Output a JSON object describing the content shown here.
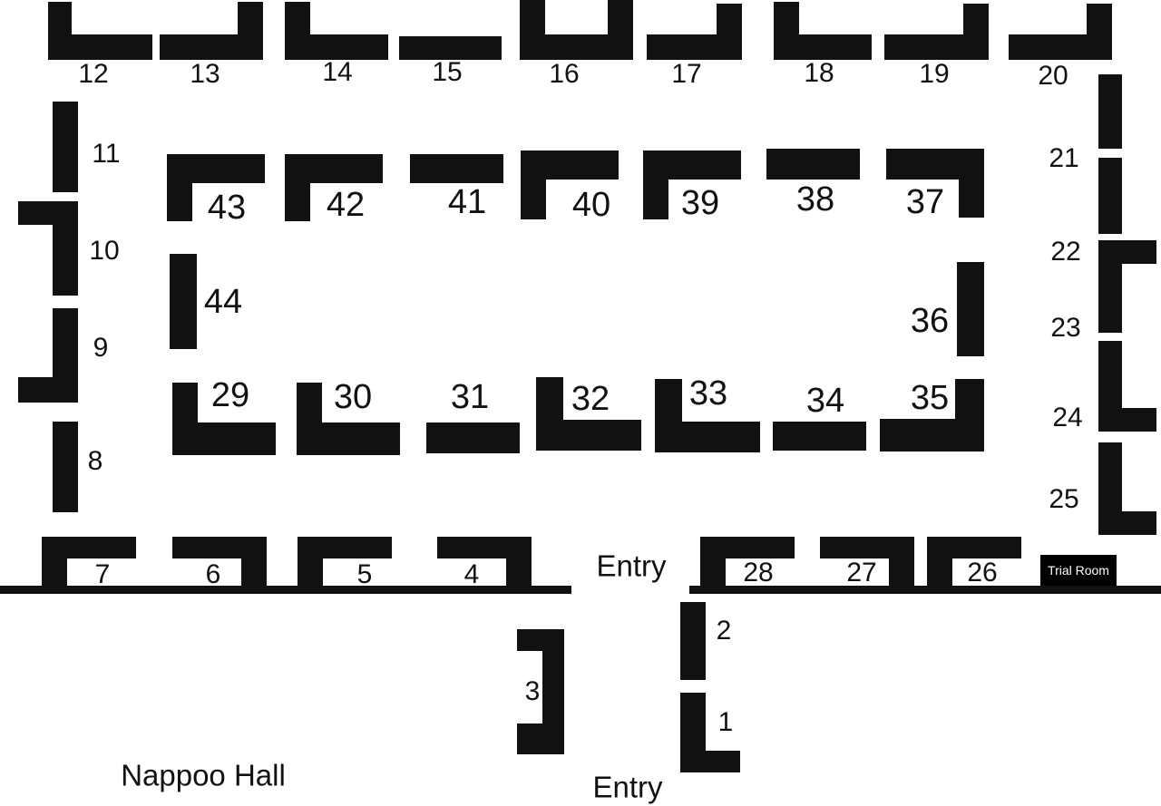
{
  "plan": {
    "hall_name": "Nappoo Hall",
    "entry_top_label": "Entry",
    "entry_bottom_label": "Entry",
    "trial_room_label": "Trial Room"
  },
  "stalls": {
    "s1": "1",
    "s2": "2",
    "s3": "3",
    "s4": "4",
    "s5": "5",
    "s6": "6",
    "s7": "7",
    "s8": "8",
    "s9": "9",
    "s10": "10",
    "s11": "11",
    "s12": "12",
    "s13": "13",
    "s14": "14",
    "s15": "15",
    "s16": "16",
    "s17": "17",
    "s18": "18",
    "s19": "19",
    "s20": "20",
    "s21": "21",
    "s22": "22",
    "s23": "23",
    "s24": "24",
    "s25": "25",
    "s26": "26",
    "s27": "27",
    "s28": "28",
    "s29": "29",
    "s30": "30",
    "s31": "31",
    "s32": "32",
    "s33": "33",
    "s34": "34",
    "s35": "35",
    "s36": "36",
    "s37": "37",
    "s38": "38",
    "s39": "39",
    "s40": "40",
    "s41": "41",
    "s42": "42",
    "s43": "43",
    "s44": "44"
  }
}
